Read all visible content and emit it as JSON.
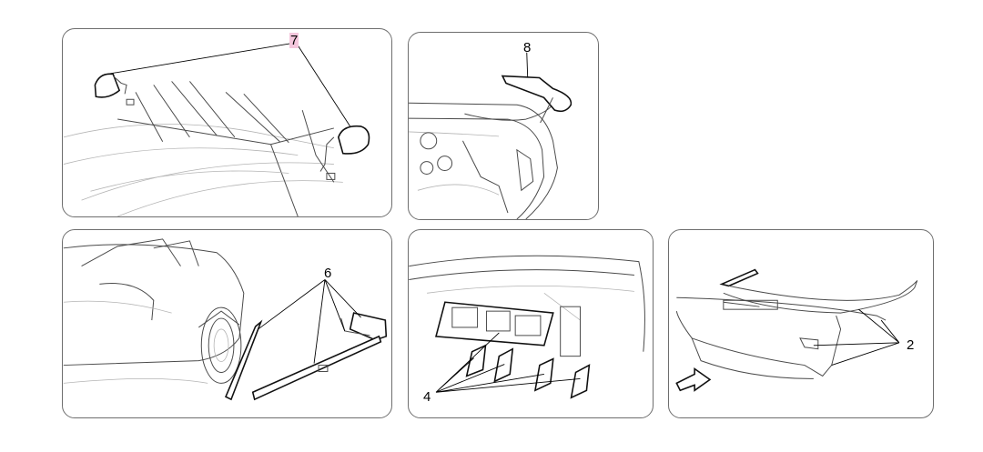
{
  "callouts": {
    "p1": "7",
    "p2": "8",
    "p3": "6",
    "p4": "4",
    "p5": "2"
  },
  "colors": {
    "border": "#6e6e6e",
    "line_art": "#4a4a4a",
    "highlight": "#f4c6dc"
  }
}
